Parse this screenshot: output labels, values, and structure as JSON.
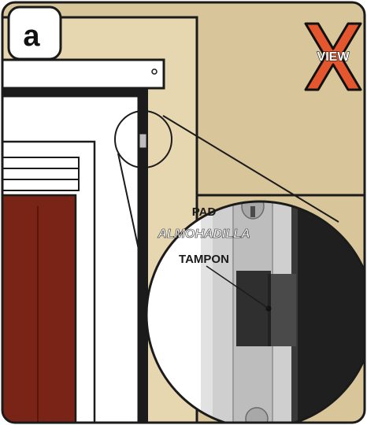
{
  "panel": {
    "letter": "a"
  },
  "badge": {
    "word": "VIEW",
    "mark": "X"
  },
  "labels": {
    "english": "PAD",
    "spanish": "ALMOHADILLA",
    "french": "TAMPON"
  },
  "colors": {
    "wall": "#d8c69a",
    "trim_light": "#e6d7b0",
    "frame_dark": "#1b1b1b",
    "white": "#ffffff",
    "curtain": "#7a2418",
    "badge_orange": "#e4572e",
    "pad": "#333333",
    "metal": "#cfcfcf"
  }
}
